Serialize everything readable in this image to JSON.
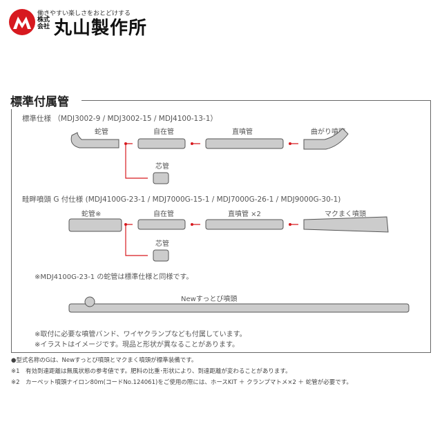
{
  "header": {
    "tagline": "働きやすい楽しさをおとどけする",
    "kabushiki": "株式会社",
    "company": "丸山製作所",
    "brand_color": "#d7191f"
  },
  "section": {
    "title": "標準付属管"
  },
  "standard": {
    "title": "標準仕様 （MDJ3002-9 / MDJ3002-15 / MDJ4100-13-1）",
    "labels": [
      "蛇管",
      "自在管",
      "直噴管",
      "曲がり噴頭",
      "芯管"
    ]
  },
  "g_spec": {
    "title": "畦畔噴頭 G 付仕様 (MDJ4100G-23-1 / MDJ7000G-15-1 / MDJ7000G-26-1 / MDJ9000G-30-1)",
    "labels": [
      "蛇管※",
      "自在管",
      "直噴管 ×2",
      "マクまく噴頭",
      "芯管"
    ],
    "note": "※MDJ4100G-23-1 の蛇管は標準仕様と同様です。"
  },
  "new": {
    "label": "Newすっとび噴頭"
  },
  "box_notes": [
    "※取付に必要な噴管バンド、ワイヤクランプなども付属しています。",
    "※イラストはイメージです。現品と形状が異なることがあります。"
  ],
  "footnotes": [
    "●型式名称のGは、Newすっとび噴頭とマクまく噴頭が標準装備です。",
    "※1　有効到達距離は無風状態の参考値です。肥料の比重･形状により、到達距離が変わることがあります。",
    "※2　カーペット噴頭ナイロン80m(コードNo.124061)をご使用の際には、ホースKIT ＋ クランプマトメ×2 ＋ 蛇管が必要です。"
  ]
}
